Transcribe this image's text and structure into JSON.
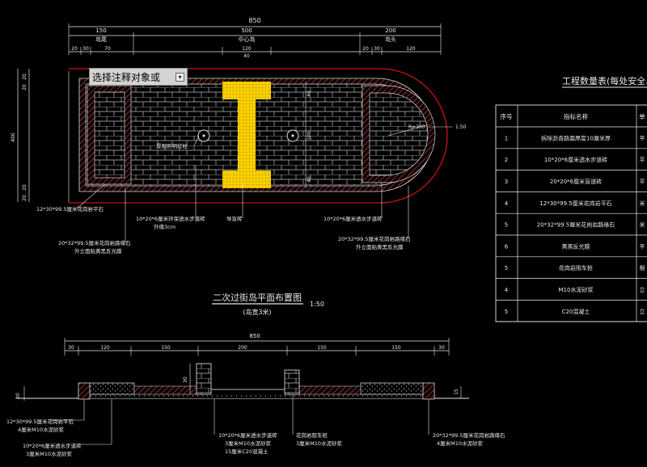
{
  "tooltip": {
    "label": "选择注释对象或",
    "dropdown_icon": "chevron-down-icon"
  },
  "colors": {
    "background": "#000000",
    "border_red": "#cc1111",
    "hatch": "#8b2a2a",
    "paving_yellow": "#ffd400",
    "cyan": "#00e5e5",
    "text": "#e8e8e8"
  },
  "plan": {
    "total_dim": "850",
    "segments": [
      {
        "dim": "150",
        "label": "岛尾"
      },
      {
        "dim": "500",
        "label": "中心岛"
      },
      {
        "dim": "200",
        "label": "岛头"
      }
    ],
    "left_sub": [
      "20",
      "30",
      "70"
    ],
    "center_sub": [
      "120",
      "40"
    ],
    "right_sub": [
      "20",
      "30",
      "120"
    ],
    "left_vert": [
      "20",
      "20",
      "400",
      "20",
      "20"
    ],
    "right_vert": [
      "40",
      "100",
      "40"
    ],
    "radius_label": "R=200",
    "right_scale_tag": "1:50",
    "notes": [
      "12*30*99.5厘米花岗岩平石",
      "20*32*99.5厘米花岗岩路缘石",
      "外立面贴黄黑反光膜",
      "10*20*6厘米环保透水步道砖",
      "外缘3cm",
      "导盲砖",
      "景观照明灯柱",
      "10*20*6厘米透水步道砖",
      "20*32*99.5厘米花岗岩路缘石",
      "外立面贴黄黑反光膜"
    ]
  },
  "title": {
    "main": "二次过街岛平面布置图",
    "scale": "1:50",
    "sub": "(岛宽3米)"
  },
  "elevation": {
    "total_dim": "850",
    "dims": [
      "30",
      "120",
      "150",
      "200",
      "150",
      "150",
      "30"
    ],
    "height_tags": [
      "20",
      "30",
      "15"
    ],
    "notes": [
      "12*30*99.5厘米花岗岩平石",
      "4厘米M10水泥砂浆",
      "10*20*6厘米透水步道砖",
      "3厘米M10水泥砂浆",
      "10*20*6厘米透水步道砖",
      "3厘米M10水泥砂浆",
      "15厘米C20混凝土",
      "花岗岩阻车桩",
      "3厘米M10水泥砂浆",
      "20*32*99.5厘米花岗岩路缘石",
      "4厘米M10水泥砂浆"
    ]
  },
  "quantity_table": {
    "title": "工程数量表(每处安全岛)",
    "headers": [
      "序号",
      "指标名称",
      "单"
    ],
    "rows": [
      {
        "no": "1",
        "name": "拆除沥青路面厚度10厘米厚",
        "unit": "平"
      },
      {
        "no": "2",
        "name": "10*20*6厘米透水步道砖",
        "unit": "平"
      },
      {
        "no": "3",
        "name": "20*20*6厘米盲道砖",
        "unit": "平"
      },
      {
        "no": "4",
        "name": "12*30*99.5厘米花岗岩平石",
        "unit": "米"
      },
      {
        "no": "5",
        "name": "20*32*99.5厘米花岗岩路缘石",
        "unit": "米"
      },
      {
        "no": "6",
        "name": "黄黑反光膜",
        "unit": "平"
      },
      {
        "no": "5",
        "name": "花岗岩阻车桩",
        "unit": "根"
      },
      {
        "no": "4",
        "name": "M10水泥砂浆",
        "unit": "立"
      },
      {
        "no": "5",
        "name": "C20混凝土",
        "unit": "立"
      }
    ]
  }
}
